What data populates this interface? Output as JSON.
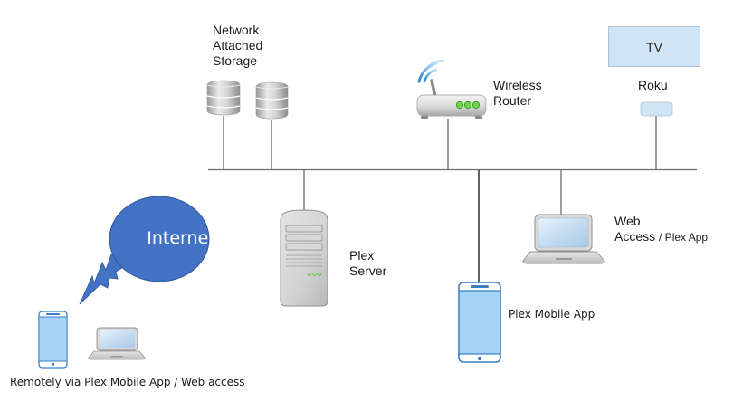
{
  "diagram": {
    "title": "Plex home network diagram",
    "colors": {
      "bus_line": "#6b6b6b",
      "phone_link": "#111111",
      "internet_bubble": "#4472c4",
      "tv_fill": "#cfe5f5",
      "phone_screen": "#a3d4f7",
      "phone_frame": "#3b7fc4",
      "led_green": "#5ccb3a"
    },
    "nodes": {
      "nas": {
        "label_line1": "Network",
        "label_line2": "Attached",
        "label_line3": "Storage",
        "icon": "database-cylinder-icon",
        "count": 2
      },
      "router": {
        "label_line1": "Wireless",
        "label_line2": "Router",
        "icon": "wireless-router-icon"
      },
      "tv": {
        "label": "TV"
      },
      "roku": {
        "label": "Roku",
        "icon": "roku-box-icon"
      },
      "server": {
        "label_line1": "Plex",
        "label_line2": "Server",
        "icon": "server-tower-icon"
      },
      "laptop": {
        "label_line1": "Web",
        "label_line2": "Access",
        "label_suffix": "/ Plex App",
        "icon": "laptop-icon"
      },
      "mobile": {
        "label": "Plex Mobile App",
        "icon": "smartphone-icon"
      },
      "internet": {
        "label": "Internet",
        "icon": "lightning-bolt-icon"
      },
      "remote": {
        "label": "Remotely via Plex Mobile App / Web access"
      }
    }
  }
}
